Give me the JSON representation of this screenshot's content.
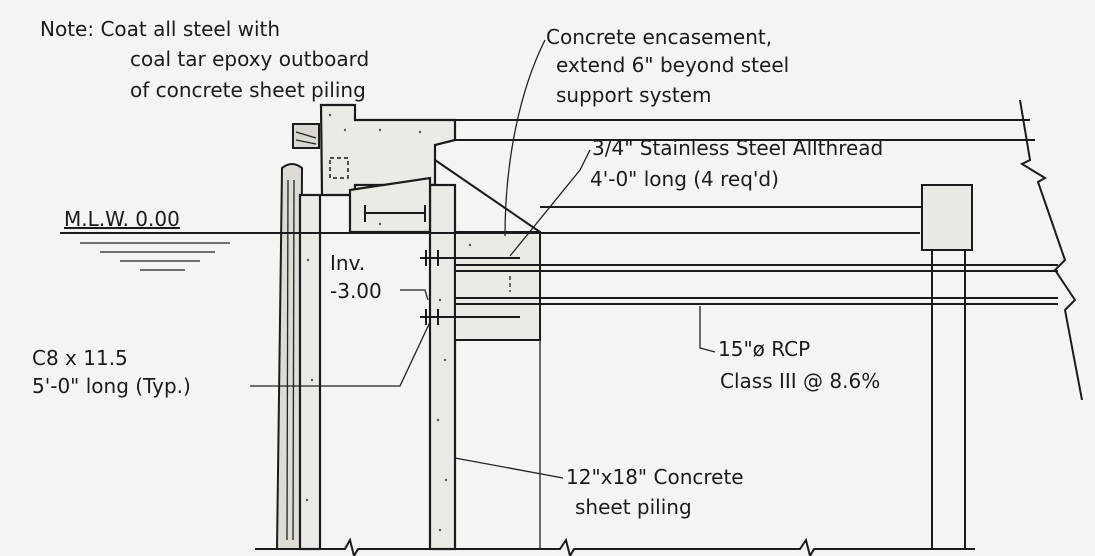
{
  "note": {
    "line1": "Note: Coat all steel with",
    "line2": "coal tar epoxy outboard",
    "line3": "of concrete sheet piling"
  },
  "encasement": {
    "line1": "Concrete encasement,",
    "line2": "extend 6\" beyond steel",
    "line3": "support system"
  },
  "allthread": {
    "line1": "3/4\" Stainless Steel Allthread",
    "line2": "4'-0\" long (4 req'd)"
  },
  "mlw": "M.L.W. 0.00",
  "inv": {
    "line1": "Inv.",
    "line2": "-3.00"
  },
  "channel": {
    "line1": "C8 x 11.5",
    "line2": "5'-0\" long (Typ.)"
  },
  "rcp": {
    "line1": "15\"ø RCP",
    "line2": "Class III @ 8.6%"
  },
  "piling": {
    "line1": "12\"x18\" Concrete",
    "line2": "sheet piling"
  }
}
